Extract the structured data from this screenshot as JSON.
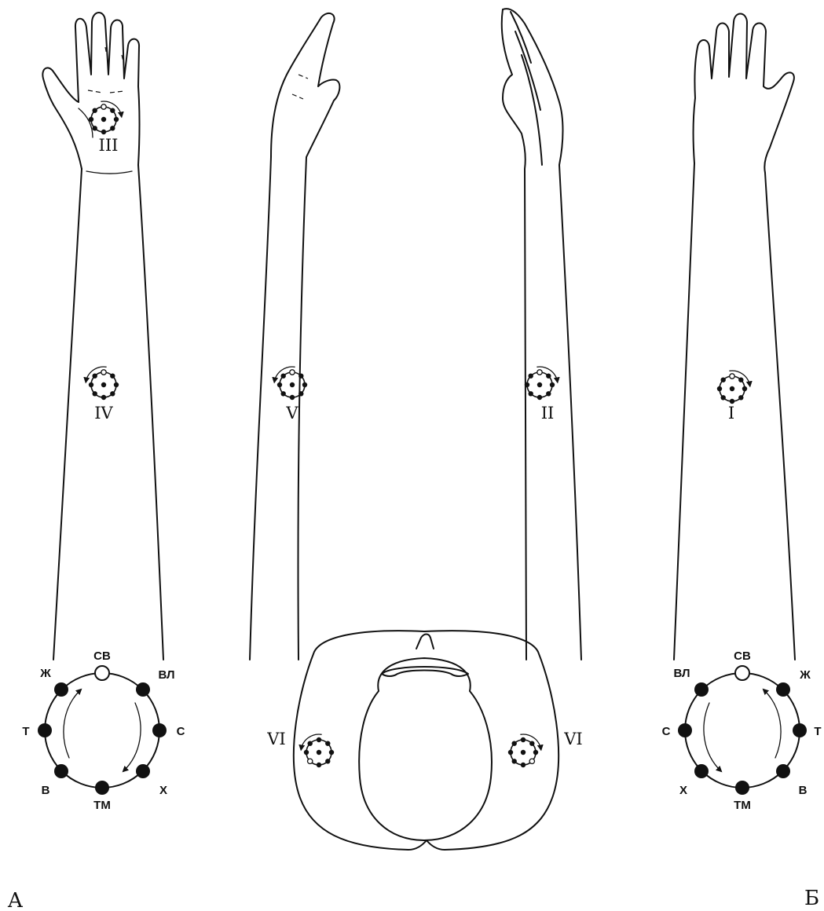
{
  "arm_points": [
    {
      "label": "III"
    },
    {
      "label": "IV"
    },
    {
      "label": "V"
    },
    {
      "label": "II"
    },
    {
      "label": "I"
    }
  ],
  "torso_points": {
    "left_label": "VI",
    "right_label": "VI"
  },
  "diagram_a": {
    "corner_label": "A",
    "top": "СВ",
    "upper_left": "Ж",
    "upper_right": "ВЛ",
    "left": "Т",
    "right": "С",
    "lower_left": "В",
    "lower_right": "Х",
    "bottom": "ТМ"
  },
  "diagram_b": {
    "corner_label": "Б",
    "top": "СВ",
    "upper_left": "ВЛ",
    "upper_right": "Ж",
    "left": "С",
    "right": "Т",
    "lower_left": "Х",
    "lower_right": "В",
    "bottom": "ТМ"
  }
}
